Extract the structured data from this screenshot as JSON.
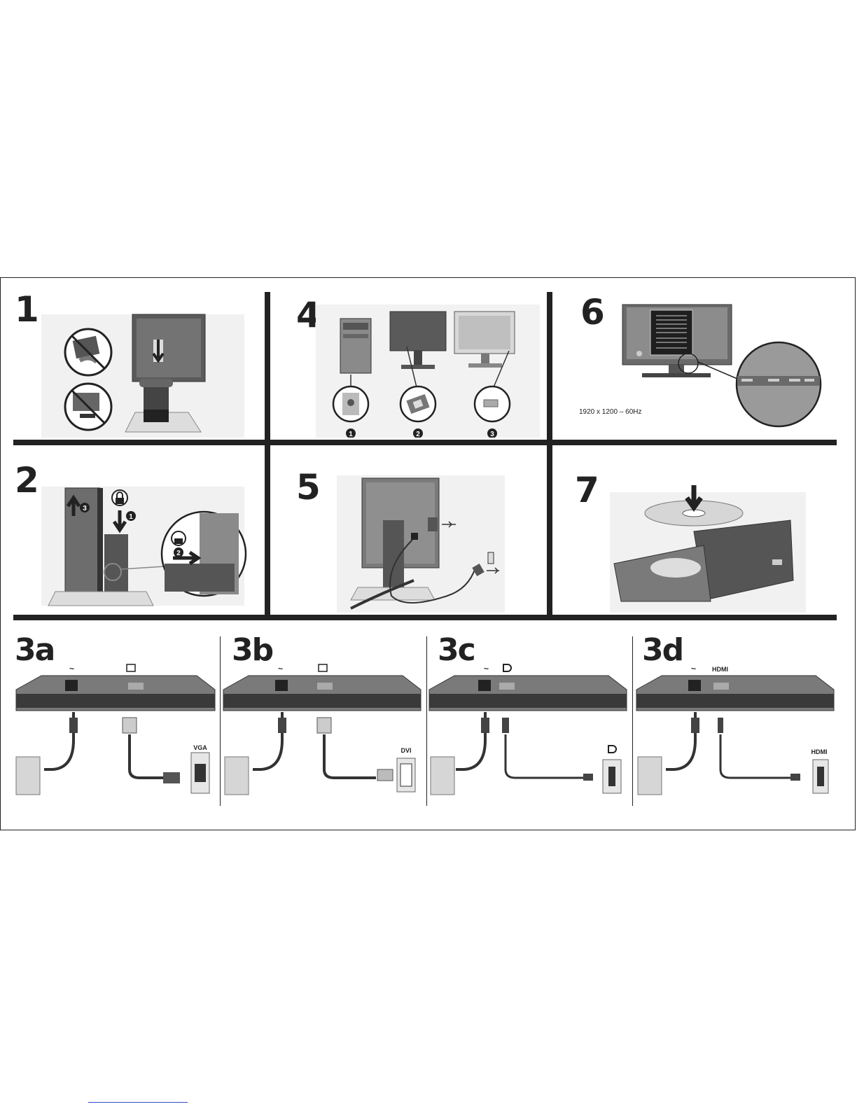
{
  "steps": {
    "s1": "1",
    "s2": "2",
    "s3a": "3a",
    "s3b": "3b",
    "s3c": "3c",
    "s3d": "3d",
    "s4": "4",
    "s5": "5",
    "s6": "6",
    "s7": "7"
  },
  "step4_callouts": [
    "1",
    "2",
    "3"
  ],
  "step2_callouts": [
    "1",
    "2",
    "3"
  ],
  "step6": {
    "resolution": "1920 x 1200 – 60Hz"
  },
  "connectors": {
    "a": "VGA",
    "b": "DVI",
    "d": "HDMI",
    "d_top": "HDMI"
  },
  "colors": {
    "ink": "#222222",
    "gray": "#8a8a8a",
    "light": "#d4d4d4",
    "link": "#2a4fc8"
  }
}
